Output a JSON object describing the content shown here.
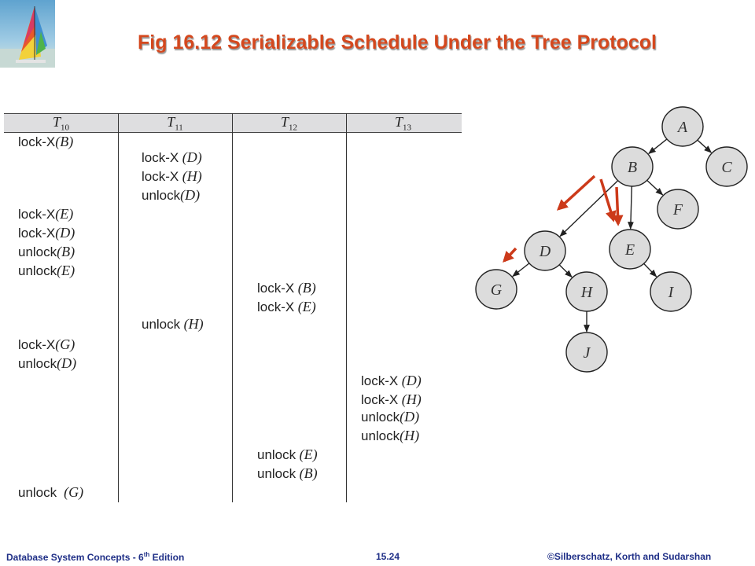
{
  "slide": {
    "title": "Fig 16.12 Serializable Schedule Under the Tree Protocol"
  },
  "schedule": {
    "headers": [
      {
        "name": "T",
        "sub": "10"
      },
      {
        "name": "T",
        "sub": "11"
      },
      {
        "name": "T",
        "sub": "12"
      },
      {
        "name": "T",
        "sub": "13"
      }
    ],
    "rows": [
      {
        "col": 0,
        "op": "lock-X",
        "arg": "(B)"
      },
      {
        "col": 1,
        "op": "lock-X",
        "arg": " (D)"
      },
      {
        "col": 1,
        "op": "lock-X",
        "arg": " (H)"
      },
      {
        "col": 1,
        "op": "unlock",
        "arg": "(D)"
      },
      {
        "col": 0,
        "op": "lock-X",
        "arg": "(E)"
      },
      {
        "col": 0,
        "op": "lock-X",
        "arg": "(D)"
      },
      {
        "col": 0,
        "op": "unlock",
        "arg": "(B)"
      },
      {
        "col": 0,
        "op": "unlock",
        "arg": "(E)"
      },
      {
        "col": 2,
        "op": "lock-X",
        "arg": " (B)"
      },
      {
        "col": 2,
        "op": "lock-X",
        "arg": " (E)"
      },
      {
        "col": 1,
        "op": "unlock",
        "arg": " (H)"
      },
      {
        "col": 0,
        "op": "lock-X",
        "arg": "(G)"
      },
      {
        "col": 0,
        "op": "unlock",
        "arg": "(D)"
      },
      {
        "col": 3,
        "op": "lock-X",
        "arg": " (D)"
      },
      {
        "col": 3,
        "op": "lock-X",
        "arg": " (H)"
      },
      {
        "col": 3,
        "op": "unlock",
        "arg": "(D)"
      },
      {
        "col": 3,
        "op": "unlock",
        "arg": "(H)"
      },
      {
        "col": 2,
        "op": "unlock",
        "arg": " (E)"
      },
      {
        "col": 2,
        "op": "unlock",
        "arg": " (B)"
      },
      {
        "col": 0,
        "op": "unlock",
        "arg": "  (G)"
      }
    ]
  },
  "tree": {
    "nodes": [
      "A",
      "B",
      "C",
      "D",
      "E",
      "F",
      "G",
      "H",
      "I",
      "J"
    ],
    "arrow_color": "#cc3a1a"
  },
  "footer": {
    "left_prefix": "Database  System Concepts  - 6",
    "left_sup": "th",
    "left_suffix": " Edition",
    "page": "15.24",
    "right": "©Silberschatz, Korth  and  Sudarshan"
  }
}
